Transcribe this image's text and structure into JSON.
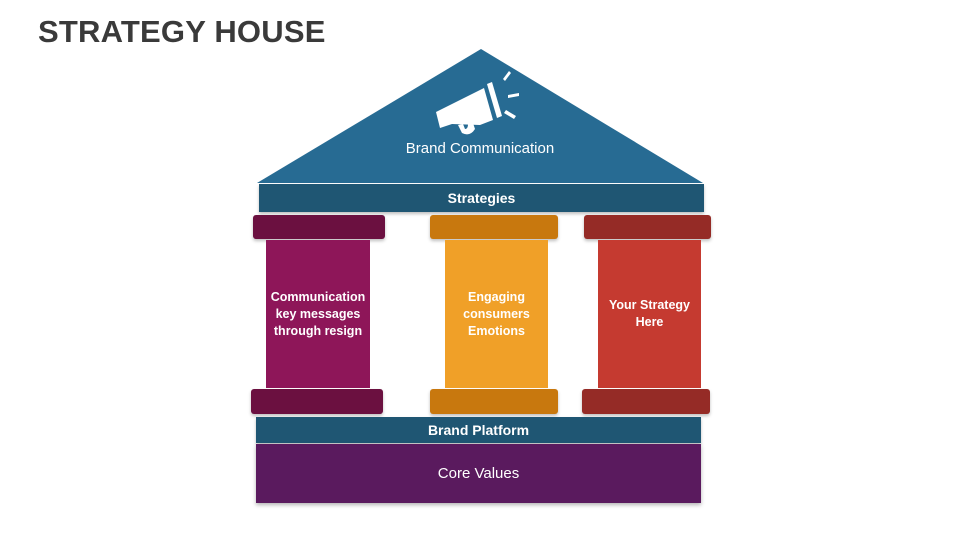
{
  "title": "STRATEGY HOUSE",
  "roof": {
    "label": "Brand Communication",
    "icon": "megaphone-icon",
    "color": "#276b93"
  },
  "strategies": {
    "label": "Strategies",
    "color": "#1f5673"
  },
  "pillars": [
    {
      "text": "Communication\nkey  messages\nthrough resign",
      "shaft_color": "#8e1659",
      "cap_color": "#6b1040"
    },
    {
      "text": "Engaging\nconsumers\nEmotions",
      "shaft_color": "#f0a028",
      "cap_color": "#c8780e"
    },
    {
      "text": "Your Strategy\nHere",
      "shaft_color": "#c53a30",
      "cap_color": "#952b26"
    }
  ],
  "platform": {
    "label": "Brand Platform",
    "color": "#1f5673"
  },
  "core": {
    "label": "Core Values",
    "color": "#5a1a5e"
  }
}
